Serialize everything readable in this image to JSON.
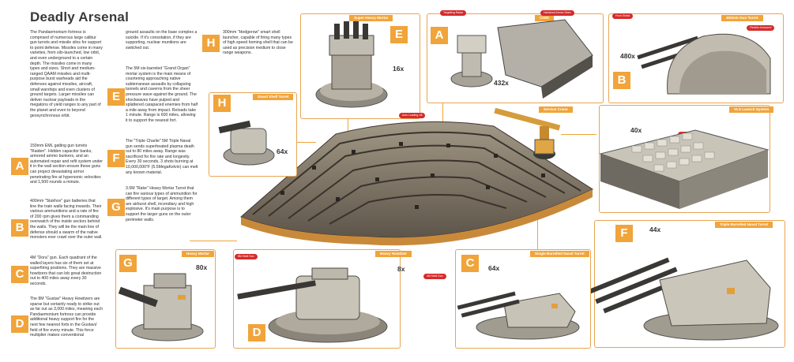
{
  "title": "Deadly Arsenal",
  "intro": "The Pandaemonium fortress is comprised of numerous large calibur gun turrets and missile silos for support to point defense. Missiles come in many varieties, from silo-launched, low orbit, and even underground to a certain depth. The missiles come in many types and sizes. Short and medium-ranged QAAM missiles and multi-purpose burst warheads aid the defenses against missiles, aircraft, small warships and even clusters of ground targets. Larger missiles can deliver nuclear payloads in the megatons of yield ranges to any part of the planet and even to beyond geosynchronous orbit.",
  "col2_top": "ground assaults on the base complex a suicide. If it's consolation, if they are supporting, nuclear munitions are switched out.",
  "sections": [
    {
      "letter": "A",
      "text": "150mm EML gatling gun turrets \"Raiden\". Hidden capacitor banks, armored ammo bunkers, and an automated repair and refit system under it in the wall section ensure these guns can project devastating armor penetrating fire at hypersonic velocities and 1,500 rounds a minute."
    },
    {
      "letter": "B",
      "text": "400mm \"Stukhov\" gun batteries that line the train walls facing inwards. Their various ammunitions and a rate of fire of 200 rpm gives them a commanding overwatch of the inside sectors behind the walls. They will be the main line of defense should a swarm of the native monsters ever crawl over the outer wall."
    },
    {
      "letter": "C",
      "text": "4M \"Dora\" gun. Each quadrant of the walled layers has six of them set at superfiring positions. They are massive howitzers that can lob great destruction out to 400 miles away every 30 seconds."
    },
    {
      "letter": "D",
      "text": "The 8M \"Gustav\" Heavy Howitzers are sparse but certainly ready to strike out as far out as 3,000 miles, meaning each Pandaemonium fortress can provide additional heavy support fire for the next few nearest forts in the Gustavs' field of fire every minute. This force multiplier makes conventional"
    },
    {
      "letter": "E",
      "text": "The 5M six-barreled \"Grand Organ\" mortar system is the main means of countering approaching native subterranean assaults by collapsing tunnels and caverns from the sheer pressure wave against the ground. The shockwaves have pulped and splattered carapaced enemies from half a mile away from impact. Reloads take 1 minute. Range is 600 miles, allowing it to support the nearest fort."
    },
    {
      "letter": "F",
      "text": "The \"Triple Charlie\" 5M Triple Naval gun sends superheated plasma death out to 80 miles away. Range was sacrificed for fire rate and longevity. Every 30 seconds, 3 shots burning at 10,000,000°F (5.5MegaKelvin) can melt any known material."
    },
    {
      "letter": "G",
      "text": "3.5M \"Rake\" Heavy Mortar Turret that can fire various types of ammunition for different types of target. Among them are airburst shell, incendiary and high explosive. It's main purpose is to support the larger guns on the outer perimeter walls."
    },
    {
      "letter": "H",
      "text": "300mm \"Hedgerow\" smart shell launcher, capable of firing many types of high speed homing shell that can be used as precision medium to close range weapons."
    }
  ],
  "panels": {
    "E": {
      "label": "Super Heavy Mortar",
      "count": "16x",
      "callout": "Auto Loading Lift"
    },
    "A": {
      "label": "CIWS",
      "count": "432x",
      "callout_1": "Targetting Radar",
      "callout_2": "Hardened Ammo Store"
    },
    "B": {
      "label": "400mm Gun Turret",
      "count": "480x",
      "callout_1": "Front Shield",
      "callout_2": "Flexible Armoured"
    },
    "H": {
      "label": "Smart Shell Turret",
      "count": "64x"
    },
    "service": {
      "label": "Service Crane"
    },
    "vls": {
      "label": "VLS Launch System",
      "count": "40x",
      "callout": "Launch Tube"
    },
    "F": {
      "label": "Triple Barrelled Naval Turret",
      "count": "44x"
    },
    "G": {
      "label": "Heavy Mortar",
      "count": "80x"
    },
    "D": {
      "label": "Heavy Howitzer",
      "count": "8x",
      "callout": "8M Shell Gun"
    },
    "C": {
      "label": "Single Barrelled Naval Turret",
      "count": "64x",
      "callout": "4M Shell Gun"
    }
  },
  "colors": {
    "accent": "#f1a43a",
    "callout": "#d62b2b",
    "metal": "#8a8a86"
  }
}
